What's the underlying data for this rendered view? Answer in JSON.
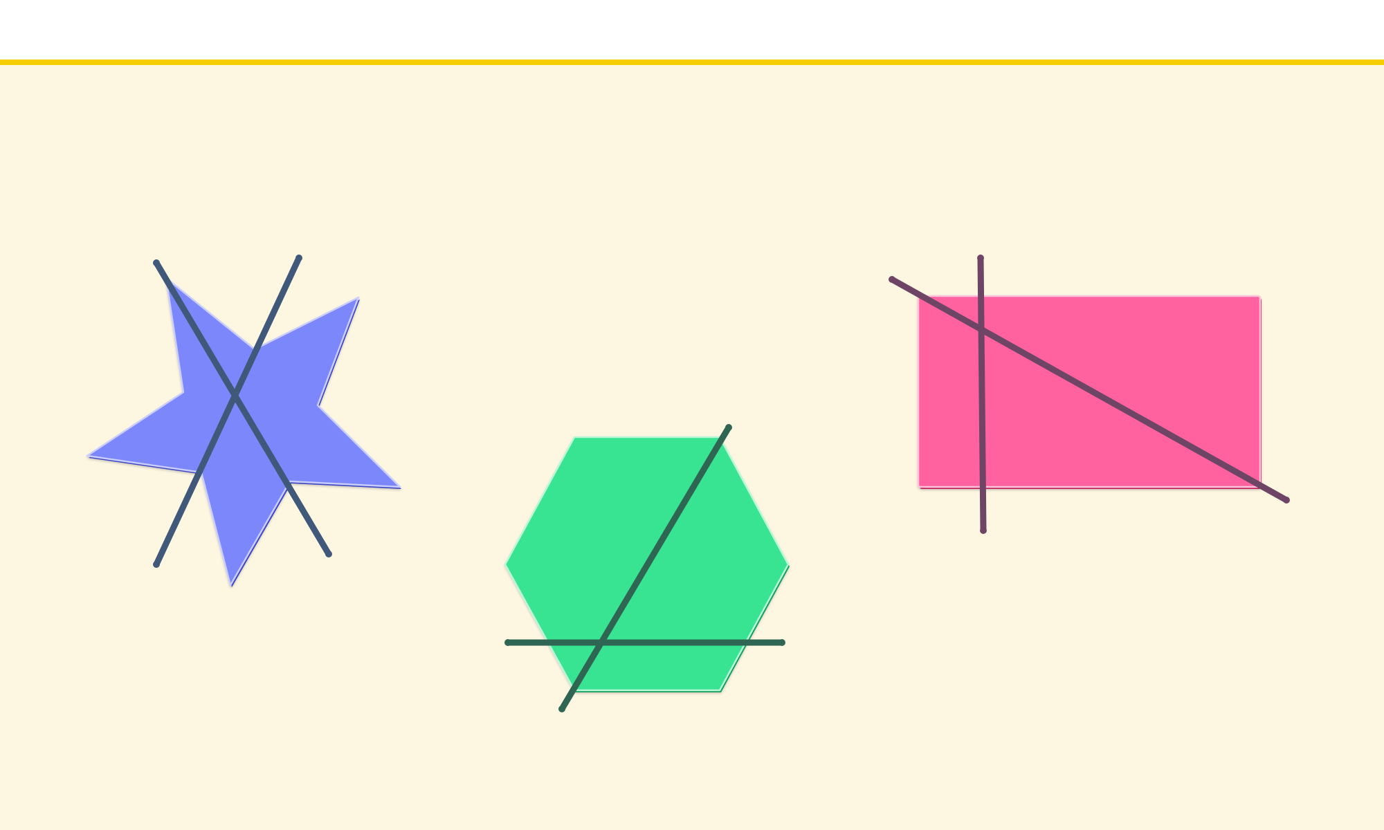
{
  "scene": {
    "colors": {
      "header_bg": "#ffffff",
      "divider": "#f7cf00",
      "play_area_bg": "#fdf7e2"
    }
  },
  "shapes": [
    {
      "id": "star",
      "kind": "star",
      "fill": "#7b87fb",
      "edge_dark": "#3c45c4",
      "edge_light": "#c9cdff",
      "line_color": "#40597a",
      "cut_count": 2
    },
    {
      "id": "hexagon",
      "kind": "hexagon",
      "fill": "#38e391",
      "edge_dark": "#119d5b",
      "edge_light": "#b9f7d8",
      "line_color": "#2f6653",
      "cut_count": 2
    },
    {
      "id": "rectangle",
      "kind": "rectangle",
      "fill": "#ff629f",
      "edge_dark": "#c2245f",
      "edge_light": "#ffc3da",
      "line_color": "#6e4565",
      "cut_count": 2
    }
  ]
}
